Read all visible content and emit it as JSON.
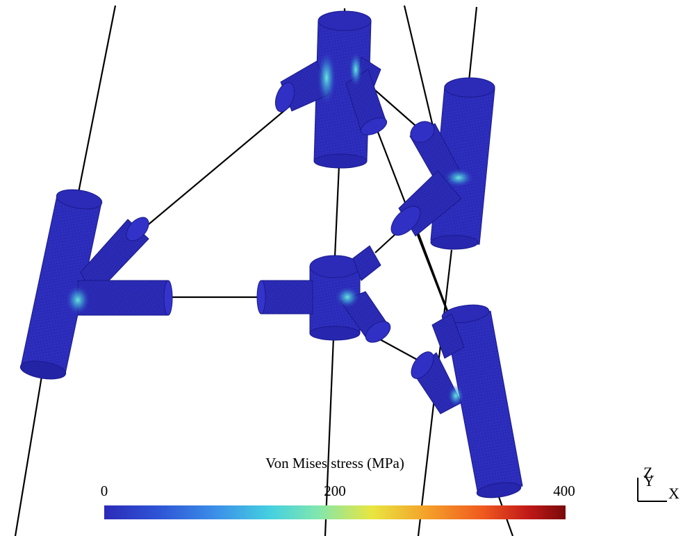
{
  "colorbar": {
    "title": "Von Mises stress (MPa)",
    "ticks": [
      "0",
      "200",
      "400"
    ],
    "colormap": [
      "#2b2bb8",
      "#2f55d6",
      "#3b8ee8",
      "#45d0e0",
      "#7fe6b0",
      "#e8e640",
      "#f4a02a",
      "#f05a1e",
      "#c01818",
      "#7a0a0a"
    ]
  },
  "axes": {
    "z": "Z",
    "y": "Y",
    "x": "X"
  },
  "colors": {
    "tube": "#2828b4",
    "tube_dark": "#1a1a8c",
    "tube_light": "#3a3ad0",
    "hotspot": "#3fc7d8",
    "line": "#000000"
  }
}
